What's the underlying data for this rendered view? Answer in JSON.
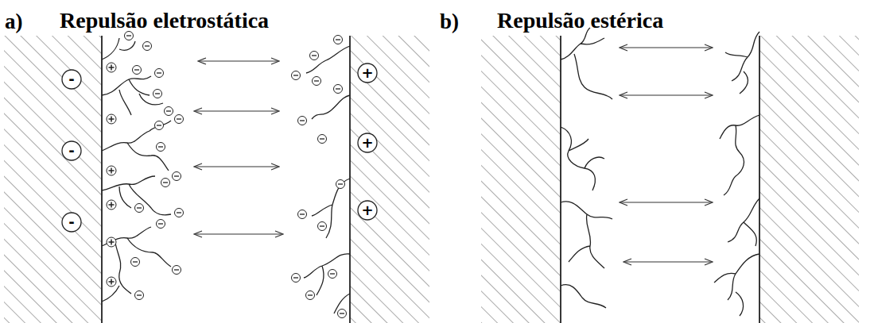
{
  "diagram": {
    "labels": [
      "a)",
      "Repulsão eletrostática",
      "b)",
      "Repulsão estérica",
      "-",
      "-",
      "-",
      "+",
      "+",
      "+"
    ]
  }
}
